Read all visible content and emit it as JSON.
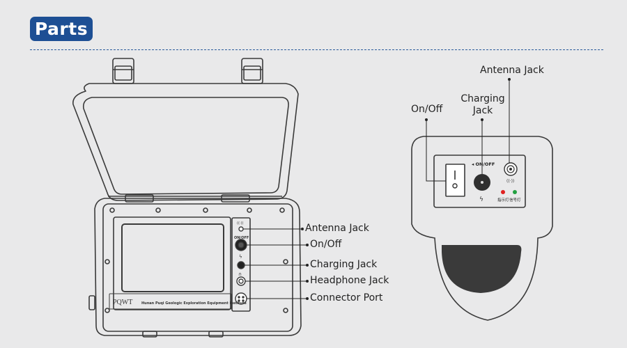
{
  "header": {
    "title": "Parts"
  },
  "device_labels": {
    "brand": "PQWT",
    "institute": "Hunan Puqi Geologic Exploration Equipment Institute",
    "panel_on_off": "ON/OFF"
  },
  "callouts": [
    {
      "id": "antenna",
      "label": "Antenna Jack"
    },
    {
      "id": "onoff",
      "label": "On/Off"
    },
    {
      "id": "charging",
      "label": "Charging Jack"
    },
    {
      "id": "headphone",
      "label": "Headphone Jack"
    },
    {
      "id": "connector",
      "label": "Connector Port"
    }
  ],
  "detail": {
    "antenna_label": "Antenna Jack",
    "charging_label_line1": "Charging",
    "charging_label_line2": "Jack",
    "onoff_label": "On/Off",
    "panel_on_off": "◂ ON/OFF",
    "indicator_left": "指示灯",
    "indicator_right": "信号灯"
  },
  "colors": {
    "badge": "#1d4f94",
    "divider": "#2a5a9c",
    "outline": "#3a3a3a",
    "indicator_red": "#e02020",
    "indicator_green": "#22a040"
  }
}
